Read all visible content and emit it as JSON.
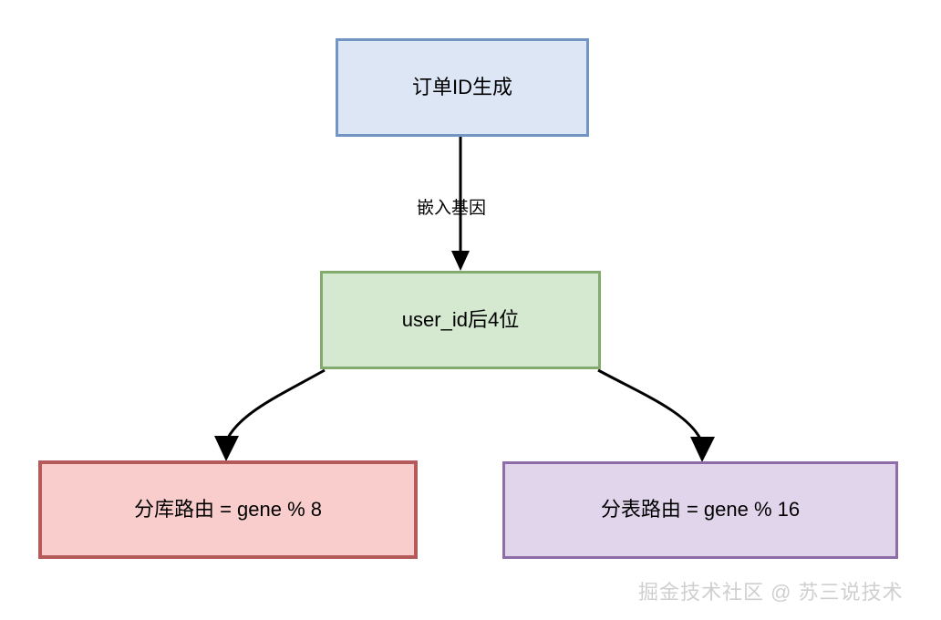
{
  "diagram": {
    "type": "flowchart",
    "nodes": [
      {
        "id": "order-id",
        "label": "订单ID生成",
        "fill": "#dce6f5",
        "border": "#7295c4"
      },
      {
        "id": "user-gene",
        "label": "user_id后4位",
        "fill": "#d5e8d0",
        "border": "#82ab6e"
      },
      {
        "id": "db-route",
        "label": "分库路由 = gene % 8",
        "fill": "#f8cdcc",
        "border": "#b55a5a"
      },
      {
        "id": "table-route",
        "label": "分表路由 = gene % 16",
        "fill": "#e1d5ec",
        "border": "#8d6ca8"
      }
    ],
    "edges": [
      {
        "id": "order-to-gene",
        "from": "order-id",
        "to": "user-gene",
        "label": "嵌入基因",
        "style": "straight"
      },
      {
        "id": "gene-to-db",
        "from": "user-gene",
        "to": "db-route",
        "label": "",
        "style": "curved"
      },
      {
        "id": "gene-to-table",
        "from": "user-gene",
        "to": "table-route",
        "label": "",
        "style": "curved"
      }
    ],
    "edge_color": "#000000"
  },
  "watermark": {
    "text": "掘金技术社区 @ 苏三说技术",
    "color": "#cfcfcf"
  }
}
